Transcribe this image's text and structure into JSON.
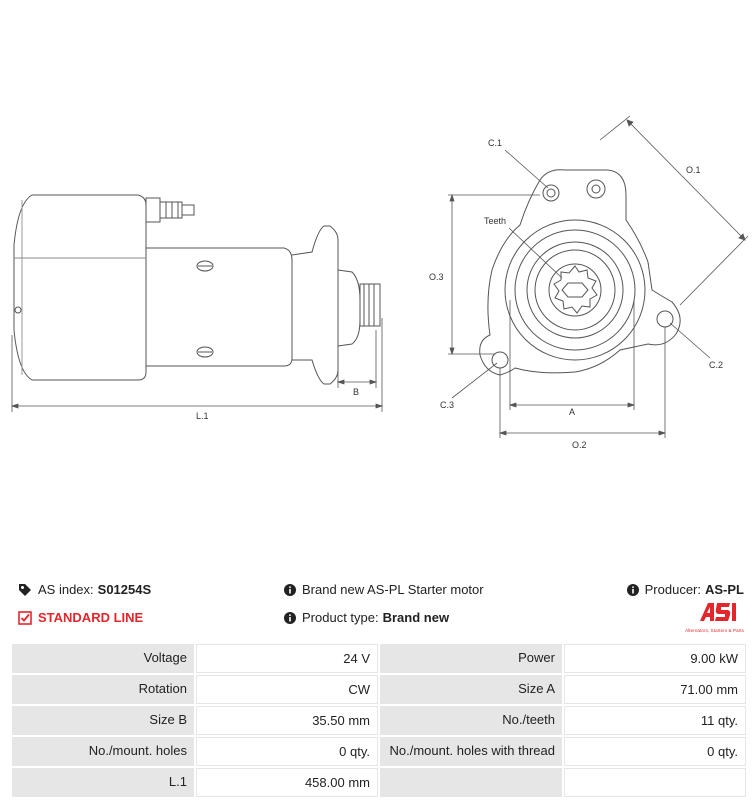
{
  "drawing": {
    "side_view": {
      "dim_length": "L.1",
      "dim_b": "B"
    },
    "front_view": {
      "c1": "C.1",
      "c2": "C.2",
      "c3": "C.3",
      "teeth": "Teeth",
      "o1": "O.1",
      "o2": "O.2",
      "o3": "O.3",
      "a": "A"
    }
  },
  "info": {
    "as_index_label": "AS index:",
    "as_index_value": "S01254S",
    "description": "Brand new AS-PL Starter motor",
    "producer_label": "Producer:",
    "producer_value": "AS-PL",
    "standard_line": "STANDARD LINE",
    "product_type_label": "Product type:",
    "product_type_value": "Brand new"
  },
  "logo": {
    "text": "AS",
    "tagline": "Alternators, Starters & Parts"
  },
  "specs": [
    {
      "k1": "Voltage",
      "v1": "24 V",
      "k2": "Power",
      "v2": "9.00 kW"
    },
    {
      "k1": "Rotation",
      "v1": "CW",
      "k2": "Size A",
      "v2": "71.00 mm"
    },
    {
      "k1": "Size B",
      "v1": "35.50 mm",
      "k2": "No./teeth",
      "v2": "11 qty."
    },
    {
      "k1": "No./mount. holes",
      "v1": "0 qty.",
      "k2": "No./mount. holes with thread",
      "v2": "0 qty."
    },
    {
      "k1": "L.1",
      "v1": "458.00 mm",
      "k2": "",
      "v2": ""
    }
  ],
  "colors": {
    "accent": "#e3262b",
    "cell_bg": "#e6e6e6"
  }
}
